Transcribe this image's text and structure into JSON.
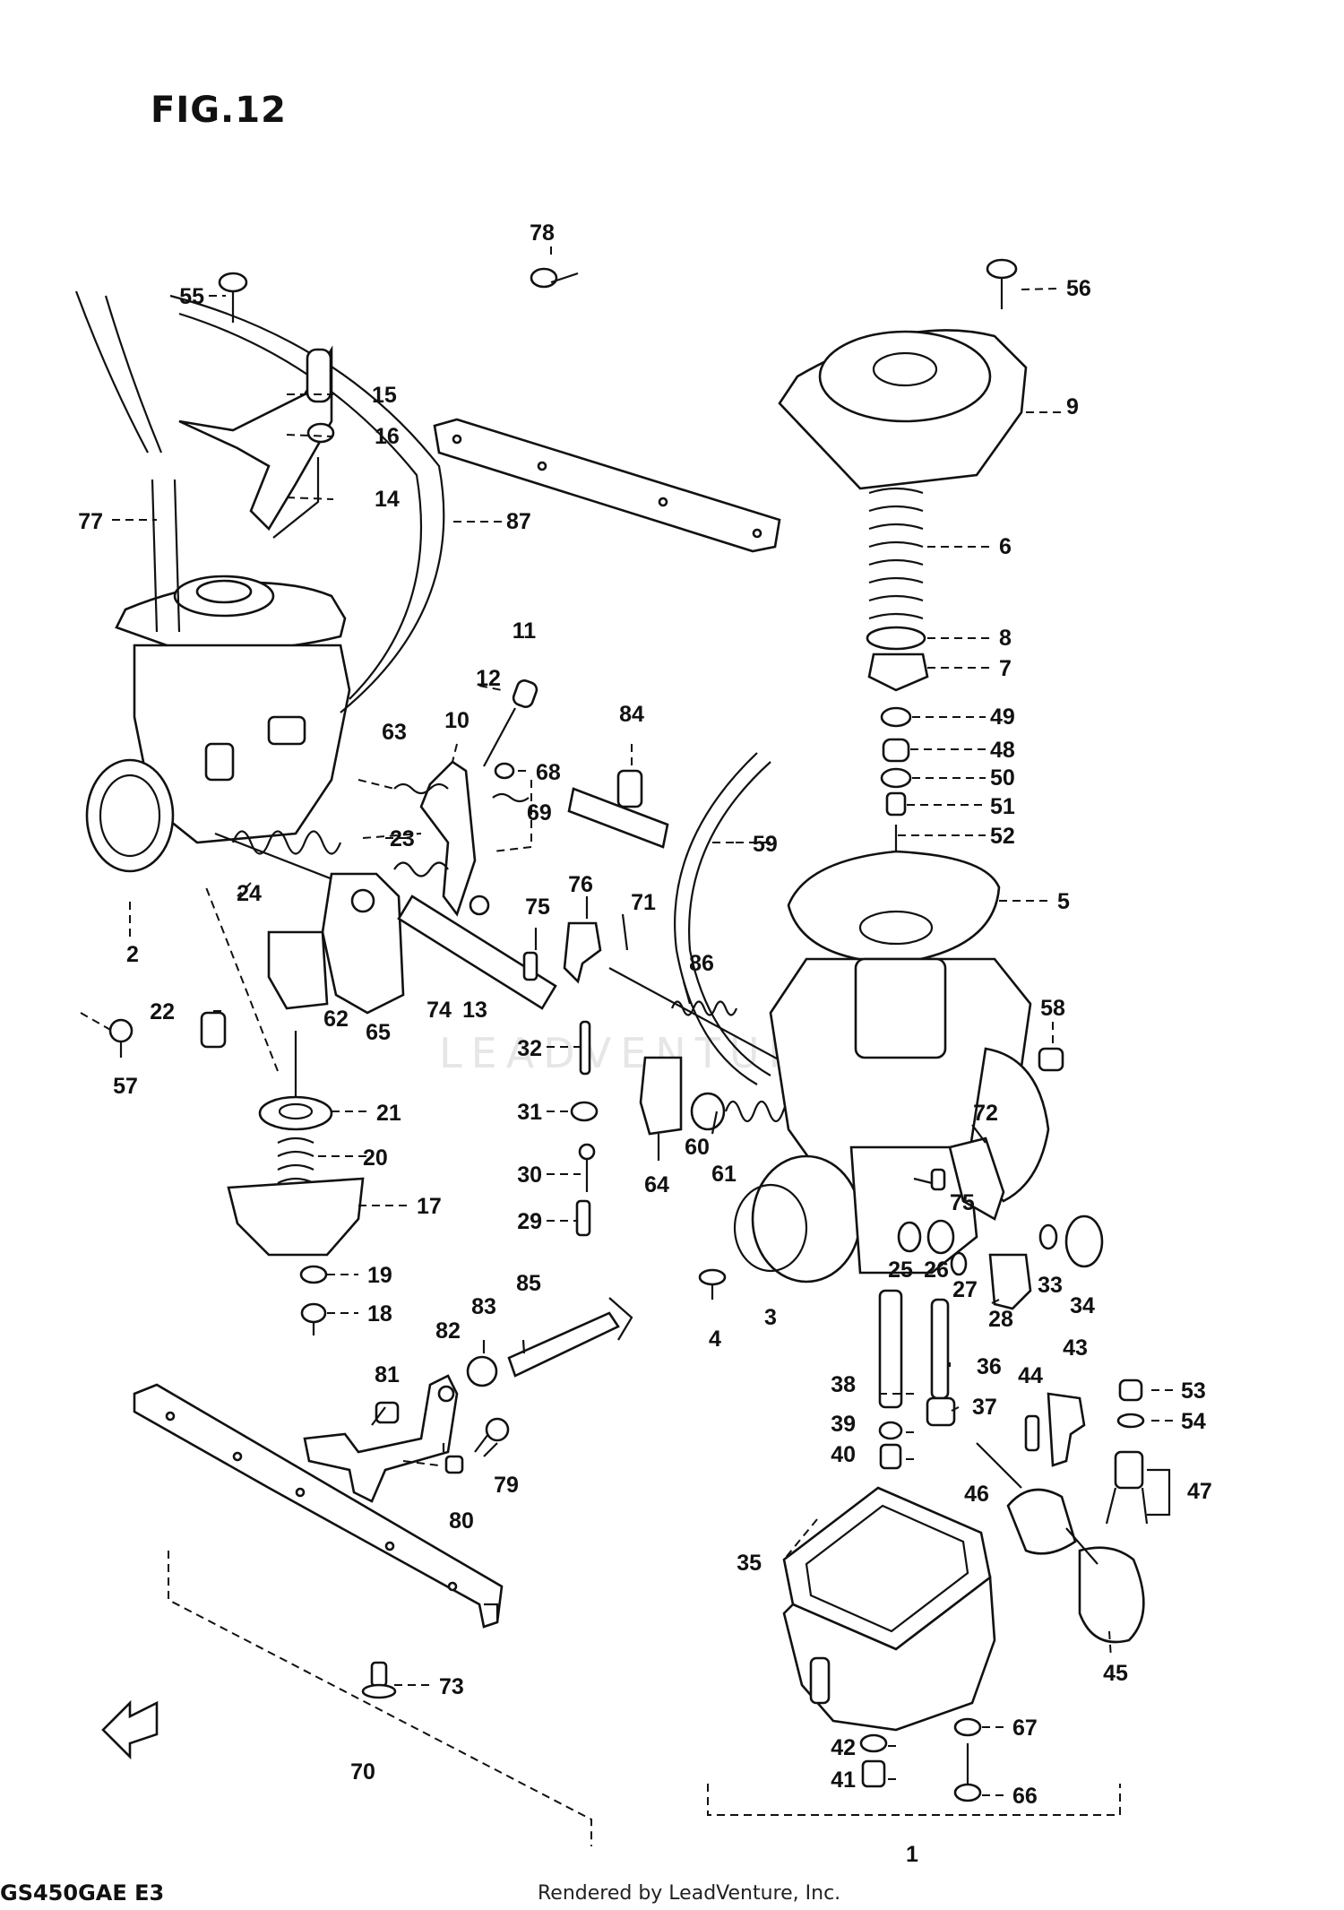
{
  "figure": {
    "title": "FIG.12",
    "model_code": "GS450GAE E3",
    "credit": "Rendered by LeadVenture, Inc.",
    "watermark": "LEADVENTURE"
  },
  "callouts": {
    "c1": "1",
    "c2": "2",
    "c3": "3",
    "c4": "4",
    "c5": "5",
    "c6": "6",
    "c7": "7",
    "c8": "8",
    "c9": "9",
    "c10": "10",
    "c11": "11",
    "c12": "12",
    "c13": "13",
    "c14": "14",
    "c15": "15",
    "c16": "16",
    "c17": "17",
    "c18": "18",
    "c19": "19",
    "c20": "20",
    "c21": "21",
    "c22": "22",
    "c23": "23",
    "c24": "24",
    "c25": "25",
    "c26": "26",
    "c27": "27",
    "c28": "28",
    "c29": "29",
    "c30": "30",
    "c31": "31",
    "c32": "32",
    "c33": "33",
    "c34": "34",
    "c35": "35",
    "c36": "36",
    "c37": "37",
    "c38": "38",
    "c39": "39",
    "c40": "40",
    "c41": "41",
    "c42": "42",
    "c43": "43",
    "c44": "44",
    "c45": "45",
    "c46": "46",
    "c47": "47",
    "c48": "48",
    "c49": "49",
    "c50": "50",
    "c51": "51",
    "c52": "52",
    "c53": "53",
    "c54": "54",
    "c55": "55",
    "c56": "56",
    "c57": "57",
    "c58": "58",
    "c59": "59",
    "c60": "60",
    "c61": "61",
    "c62": "62",
    "c63": "63",
    "c64": "64",
    "c65": "65",
    "c66": "66",
    "c67": "67",
    "c68": "68",
    "c69": "69",
    "c70": "70",
    "c71": "71",
    "c72": "72",
    "c73": "73",
    "c74": "74",
    "c75": "75",
    "c75b": "75",
    "c76": "76",
    "c77": "77",
    "c78": "78",
    "c79": "79",
    "c80": "80",
    "c81": "81",
    "c82": "82",
    "c83": "83",
    "c84": "84",
    "c85": "85",
    "c86": "86",
    "c87": "87"
  },
  "colors": {
    "ink": "#111111",
    "paper": "#ffffff",
    "watermark": "#e6e6e6"
  }
}
